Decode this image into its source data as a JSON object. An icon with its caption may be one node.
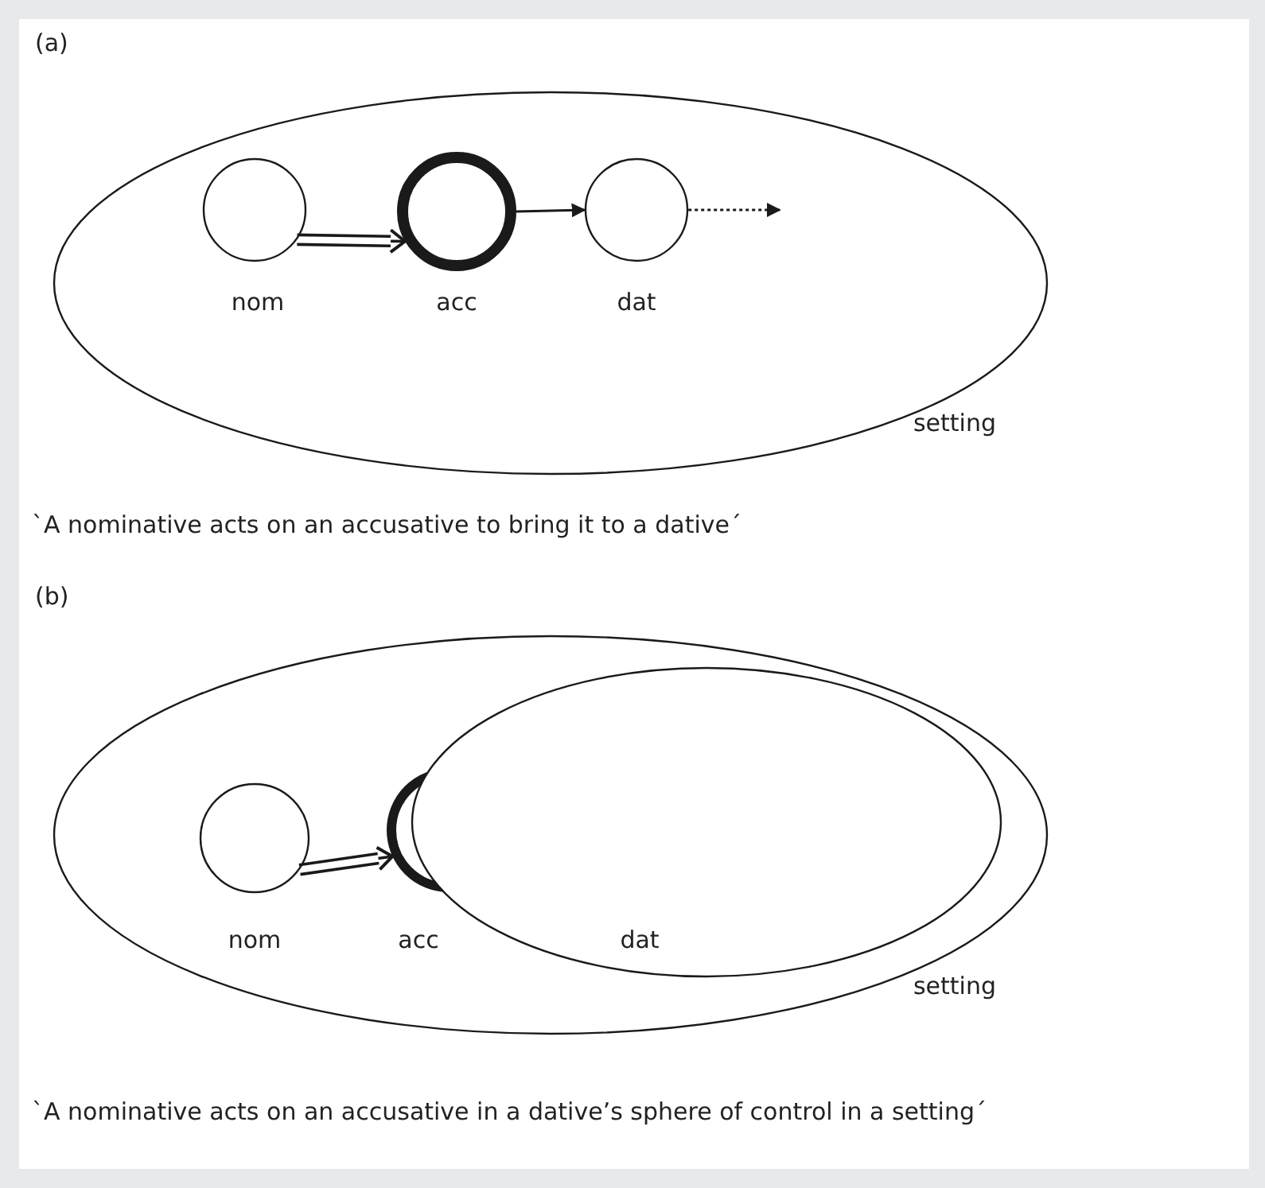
{
  "diagram": {
    "nodes": [
      {
        "text": [
          "setting"
        ]
      },
      {
        "text": [
          "nom"
        ],
        "in": 0
      },
      {
        "text": [
          "acc"
        ],
        "in": 0
      },
      {
        "text": [
          "dat"
        ],
        "in": 0
      },
      {
        "text": [
          "setting"
        ]
      },
      {
        "text": [
          "nom"
        ],
        "in": 4
      },
      {
        "text": [
          "acc"
        ],
        "in": 4
      },
      {
        "text": [
          "dat"
        ],
        "in": 4
      }
    ],
    "edges": [
      {
        "from": 1,
        "to": 2,
        "arrow": "to"
      },
      {
        "from": 2,
        "to": 3,
        "arrow": "to"
      },
      {
        "from": 3,
        "to": null,
        "arrow": "to",
        "style": "dashed"
      },
      {
        "from": 5,
        "to": 6,
        "arrow": "to"
      }
    ],
    "labels": [
      "(a)",
      "`A nominative acts on an accusative to bring it to a dative´",
      "(b)",
      "`A nominative acts on an accusative in a dative’s sphere of control in a setting´"
    ]
  }
}
